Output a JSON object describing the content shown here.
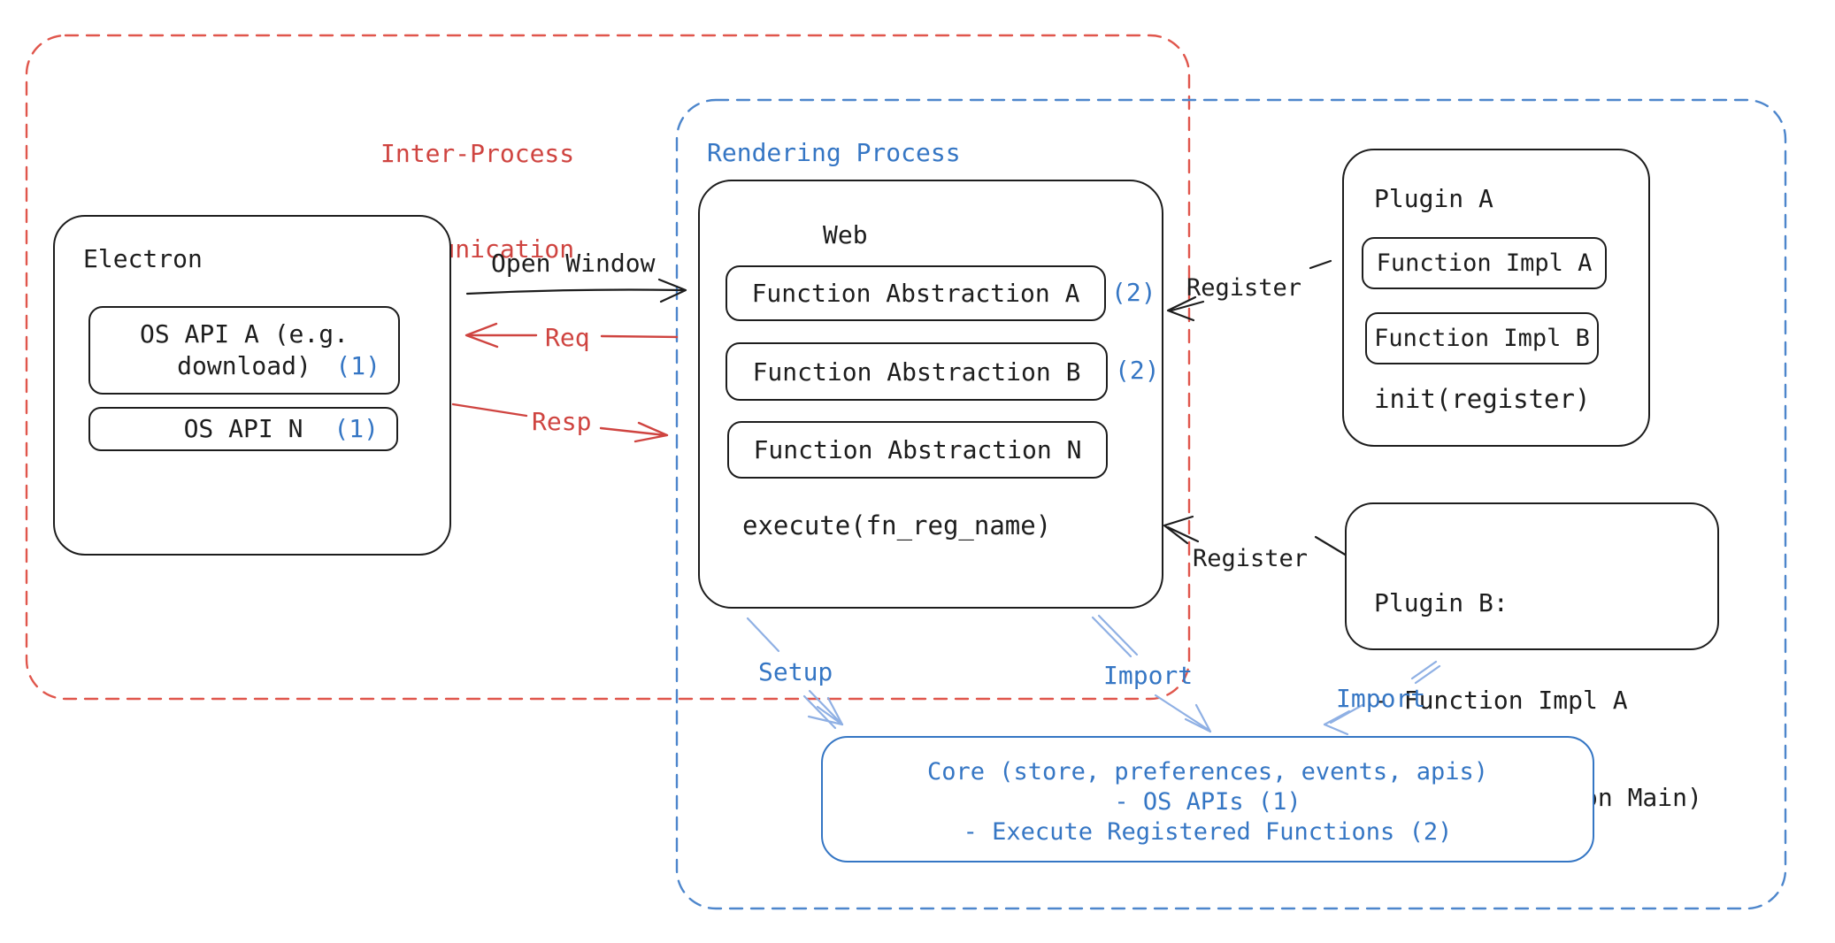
{
  "diagram": {
    "colors": {
      "ink": "#1d1d1d",
      "red": "#cf4440",
      "red_dash": "#e0564c",
      "blue": "#3576c4",
      "blue_dash": "#4d86cc",
      "blue_light": "#8fb0e4"
    },
    "ipc": {
      "line1": "Inter-Process",
      "line2": "Communication"
    },
    "rendering_process": {
      "label": "Rendering Process"
    },
    "electron": {
      "title": "Electron",
      "os_api_a_line1": "OS API A (e.g.",
      "os_api_a_line2": "download)",
      "os_api_a_ref": "(1)",
      "os_api_n_label": "OS API N",
      "os_api_n_ref": "(1)"
    },
    "web": {
      "title": "Web",
      "fn_a": "Function Abstraction A",
      "fn_a_ref": "(2)",
      "fn_b": "Function Abstraction B",
      "fn_b_ref": "(2)",
      "fn_n": "Function Abstraction N",
      "execute": "execute(fn_reg_name)"
    },
    "plugin_a": {
      "title": "Plugin A",
      "impl_a": "Function Impl A",
      "impl_b": "Function Impl B",
      "init": "init(register)"
    },
    "plugin_b": {
      "title": "Plugin B:",
      "item1": "- Function Impl A",
      "item2": "- Module (run on Main)"
    },
    "core": {
      "line1": "Core (store, preferences, events, apis)",
      "line2": "- OS APIs (1)",
      "line3": "- Execute Registered Functions (2)"
    },
    "arrows": {
      "open_window": "Open Window",
      "req": "Req",
      "resp": "Resp",
      "register_top": "Register",
      "register_bottom": "Register",
      "setup": "Setup",
      "import_web": "Import",
      "import_plugin_b": "Import"
    }
  }
}
